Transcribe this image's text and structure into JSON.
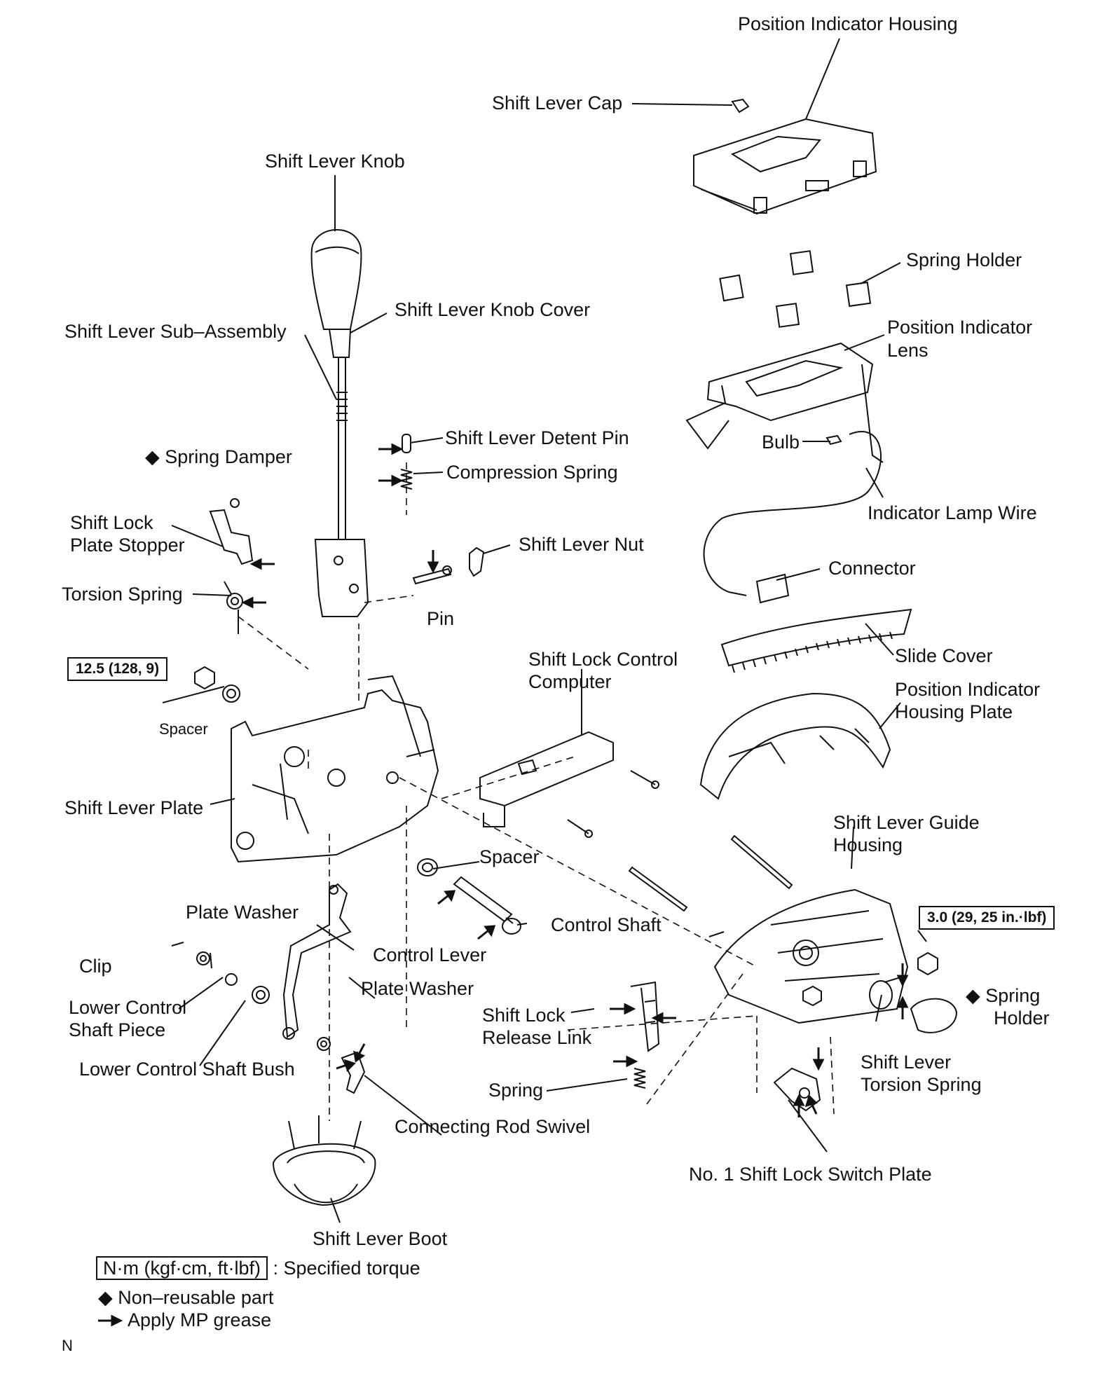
{
  "labels": {
    "position_indicator_housing": "Position Indicator Housing",
    "shift_lever_cap": "Shift Lever Cap",
    "shift_lever_knob": "Shift Lever Knob",
    "spring_holder_top": "Spring Holder",
    "shift_lever_knob_cover": "Shift Lever Knob Cover",
    "shift_lever_sub_assembly": "Shift Lever Sub–Assembly",
    "position_indicator_lens_1": "Position Indicator",
    "position_indicator_lens_2": "Lens",
    "shift_lever_detent_pin": "Shift Lever Detent Pin",
    "bulb": "Bulb",
    "spring_damper": "Spring Damper",
    "compression_spring": "Compression Spring",
    "indicator_lamp_wire": "Indicator Lamp Wire",
    "shift_lock_plate_stopper_1": "Shift Lock",
    "shift_lock_plate_stopper_2": "Plate Stopper",
    "shift_lever_nut": "Shift Lever Nut",
    "connector": "Connector",
    "torsion_spring": "Torsion Spring",
    "pin": "Pin",
    "slide_cover": "Slide Cover",
    "shift_lock_control_computer_1": "Shift Lock Control",
    "shift_lock_control_computer_2": "Computer",
    "position_indicator_housing_plate_1": "Position Indicator",
    "position_indicator_housing_plate_2": "Housing Plate",
    "spacer_upper": "Spacer",
    "shift_lever_plate": "Shift Lever Plate",
    "shift_lever_guide_housing_1": "Shift Lever Guide",
    "shift_lever_guide_housing_2": "Housing",
    "spacer_lower": "Spacer",
    "plate_washer_upper": "Plate Washer",
    "control_shaft": "Control Shaft",
    "clip": "Clip",
    "control_lever": "Control Lever",
    "plate_washer_lower": "Plate Washer",
    "spring_holder_lower_1": "Spring",
    "spring_holder_lower_2": "Holder",
    "lower_control_shaft_piece_1": "Lower Control",
    "lower_control_shaft_piece_2": "Shaft Piece",
    "shift_lock_release_link_1": "Shift Lock",
    "shift_lock_release_link_2": "Release Link",
    "lower_control_shaft_bush": "Lower Control Shaft Bush",
    "shift_lever_torsion_spring_1": "Shift Lever",
    "shift_lever_torsion_spring_2": "Torsion Spring",
    "spring": "Spring",
    "connecting_rod_swivel": "Connecting Rod Swivel",
    "no1_shift_lock_switch_plate": "No. 1 Shift Lock Switch Plate",
    "shift_lever_boot": "Shift Lever Boot"
  },
  "torques": {
    "left": "12.5 (128, 9)",
    "right": "3.0 (29, 25 in.·lbf)"
  },
  "legend": {
    "torque_box": "N·m (kgf·cm, ft·lbf)",
    "torque_text": ": Specified torque",
    "nonreusable": "Non–reusable part",
    "grease": "Apply MP grease"
  },
  "corner_mark": "N",
  "symbols": {
    "nonreusable": "◆"
  }
}
